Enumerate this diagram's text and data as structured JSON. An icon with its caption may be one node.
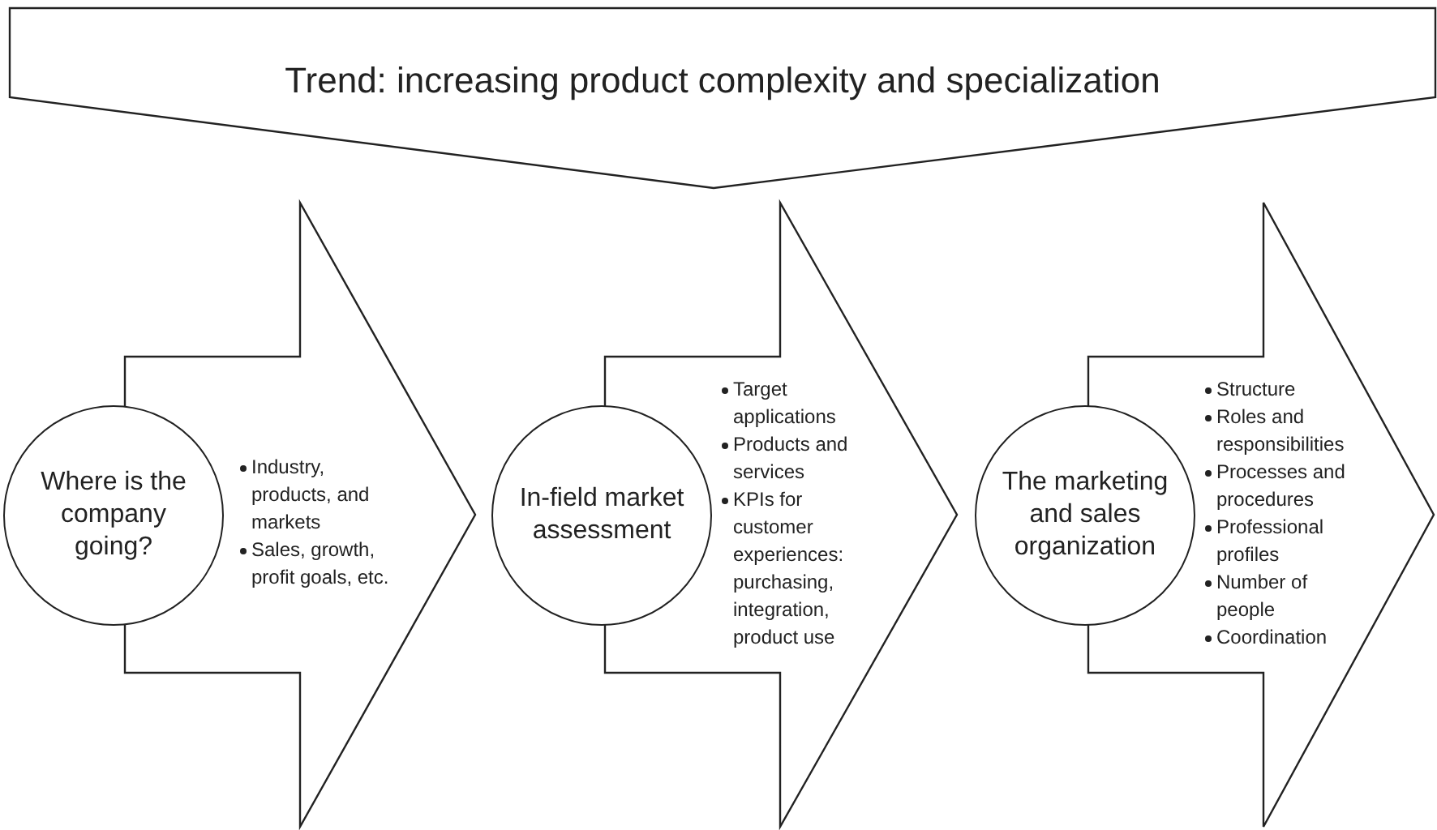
{
  "diagram": {
    "nodes": [
      {
        "text": [
          "Trend: increasing product complexity and specialization"
        ]
      },
      {
        "text": [
          "Where is the company going?"
        ]
      },
      {
        "text": [
          "Industry, products, and markets",
          "Sales, growth, profit goals, etc."
        ]
      },
      {
        "text": [
          "In-field market assessment"
        ]
      },
      {
        "text": [
          "Target applications",
          "Products and services",
          "KPIs for customer experiences: purchasing, integration, product use"
        ]
      },
      {
        "text": [
          "The marketing and sales organization"
        ]
      },
      {
        "text": [
          "Structure",
          "Roles and responsibilities",
          "Processes and procedures",
          "Professional profiles",
          "Number of people",
          "Coordination"
        ]
      }
    ]
  }
}
